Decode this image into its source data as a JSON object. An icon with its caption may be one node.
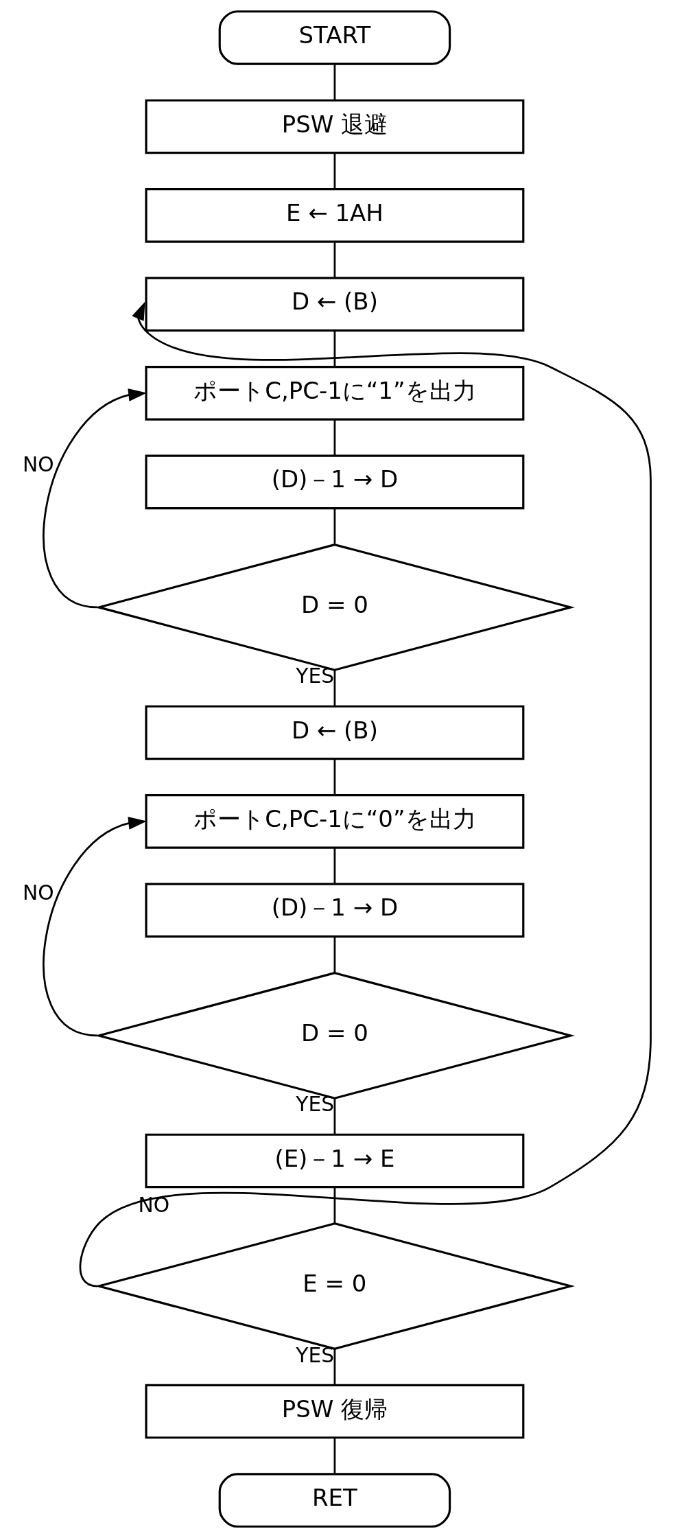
{
  "diagram": {
    "nodes": [
      {
        "text": [
          "START"
        ]
      },
      {
        "text": [
          "PSW 退避"
        ]
      },
      {
        "text": [
          "E ← 1AH"
        ]
      },
      {
        "text": [
          "D ← (B)"
        ]
      },
      {
        "text": [
          "ポートC,PC-1に“1”を出力"
        ]
      },
      {
        "text": [
          "(D)－1 → D"
        ]
      },
      {
        "text": [
          "D = 0"
        ]
      },
      {
        "text": [
          "D ← (B)"
        ]
      },
      {
        "text": [
          "ポートC,PC-1に“0”を出力"
        ]
      },
      {
        "text": [
          "(D)－1 → D"
        ]
      },
      {
        "text": [
          "D = 0"
        ]
      },
      {
        "text": [
          "(E)－1 → E"
        ]
      },
      {
        "text": [
          "E = 0"
        ]
      },
      {
        "text": [
          "PSW 復帰"
        ]
      },
      {
        "text": [
          "RET"
        ]
      }
    ],
    "edges": [
      {
        "from": 0,
        "to": 1,
        "arrow": "none"
      },
      {
        "from": 1,
        "to": 2,
        "arrow": "none"
      },
      {
        "from": 2,
        "to": 3,
        "arrow": "none"
      },
      {
        "from": 3,
        "to": 4,
        "arrow": "none"
      },
      {
        "from": 4,
        "to": 5,
        "arrow": "none"
      },
      {
        "from": 5,
        "to": 6,
        "arrow": "none"
      },
      {
        "from": 6,
        "to": 4,
        "arrow": "to",
        "label": "NO"
      },
      {
        "from": 6,
        "to": 7,
        "arrow": "none",
        "label": "YES"
      },
      {
        "from": 7,
        "to": 8,
        "arrow": "none"
      },
      {
        "from": 8,
        "to": 9,
        "arrow": "none"
      },
      {
        "from": 9,
        "to": 10,
        "arrow": "none"
      },
      {
        "from": 10,
        "to": 8,
        "arrow": "to",
        "label": "NO"
      },
      {
        "from": 10,
        "to": 11,
        "arrow": "none",
        "label": "YES"
      },
      {
        "from": 11,
        "to": 12,
        "arrow": "none"
      },
      {
        "from": 12,
        "to": 3,
        "arrow": "to",
        "label": "NO"
      },
      {
        "from": 12,
        "to": 13,
        "arrow": "none",
        "label": "YES"
      },
      {
        "from": 13,
        "to": 14,
        "arrow": "none"
      }
    ]
  }
}
